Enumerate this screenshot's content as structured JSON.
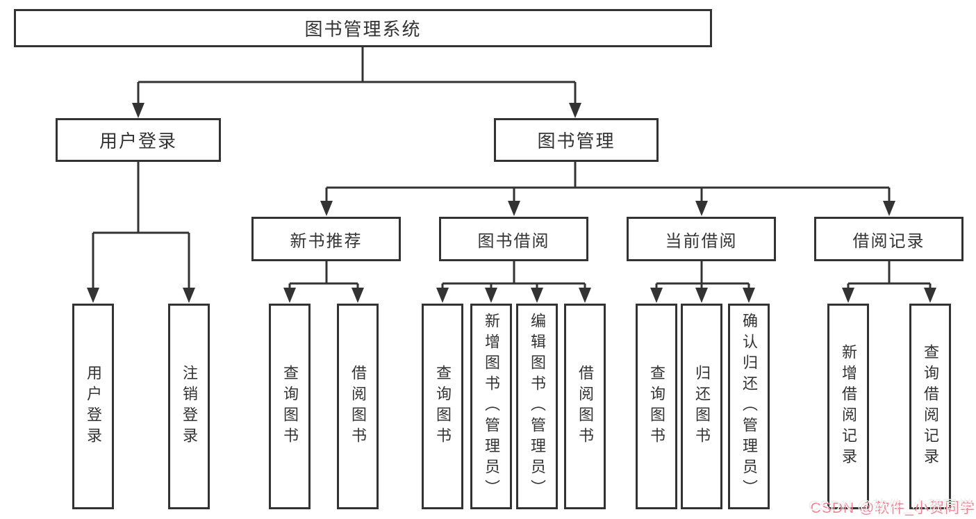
{
  "tree": {
    "root": {
      "label": "图书管理系统"
    },
    "branches": [
      {
        "label": "用户登录",
        "children": [
          {
            "label": "用户登录"
          },
          {
            "label": "注销登录"
          }
        ]
      },
      {
        "label": "图书管理",
        "groups": [
          {
            "label": "新书推荐",
            "children": [
              {
                "label": "查询图书"
              },
              {
                "label": "借阅图书"
              }
            ]
          },
          {
            "label": "图书借阅",
            "children": [
              {
                "label": "查询图书"
              },
              {
                "label": "新增图书（管理员）"
              },
              {
                "label": "编辑图书（管理员）"
              },
              {
                "label": "借阅图书"
              }
            ]
          },
          {
            "label": "当前借阅",
            "children": [
              {
                "label": "查询图书"
              },
              {
                "label": "归还图书"
              },
              {
                "label": "确认归还（管理员）"
              }
            ]
          },
          {
            "label": "借阅记录",
            "children": [
              {
                "label": "新增借阅记录"
              },
              {
                "label": "查询借阅记录"
              }
            ]
          }
        ]
      }
    ]
  },
  "watermark": {
    "text": "CSDN @软件_小贺同学"
  },
  "colors": {
    "line": "#333333",
    "box_border": "#333333",
    "box_fill": "#ffffff",
    "text": "#333333",
    "watermark_fill": "#efefef",
    "watermark_shadow": "#ee8496"
  }
}
